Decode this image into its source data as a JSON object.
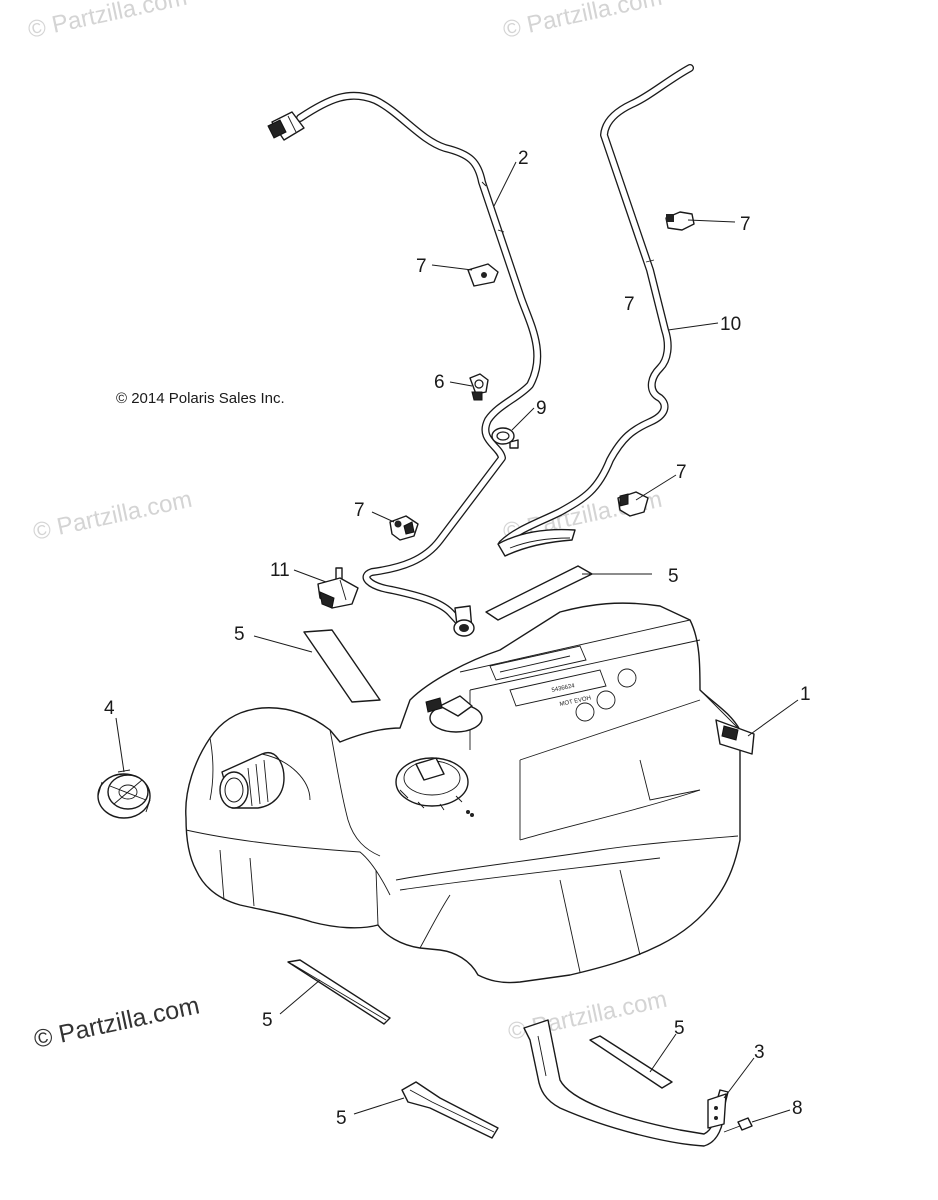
{
  "copyright": "© 2014 Polaris Sales Inc.",
  "watermark": "© Partzilla.com",
  "callouts": [
    {
      "id": "tank",
      "label": "1"
    },
    {
      "id": "vent-line-left",
      "label": "2"
    },
    {
      "id": "tank-strap",
      "label": "3"
    },
    {
      "id": "fuel-cap",
      "label": "4"
    },
    {
      "id": "pad-upper-left",
      "label": "5"
    },
    {
      "id": "pad-upper-right",
      "label": "5"
    },
    {
      "id": "pad-lower-left",
      "label": "5"
    },
    {
      "id": "pad-strap",
      "label": "5"
    },
    {
      "id": "pad-bottom",
      "label": "5"
    },
    {
      "id": "clip-left-upper",
      "label": "7"
    },
    {
      "id": "clip-right-upper",
      "label": "7"
    },
    {
      "id": "clip-right-loose",
      "label": "7"
    },
    {
      "id": "clip-right-lower",
      "label": "7"
    },
    {
      "id": "clip-left-lower",
      "label": "7"
    },
    {
      "id": "clamp-6",
      "label": "6"
    },
    {
      "id": "bolt",
      "label": "8"
    },
    {
      "id": "clamp-9",
      "label": "9"
    },
    {
      "id": "vent-line-right",
      "label": "10"
    },
    {
      "id": "valve",
      "label": "11"
    }
  ]
}
